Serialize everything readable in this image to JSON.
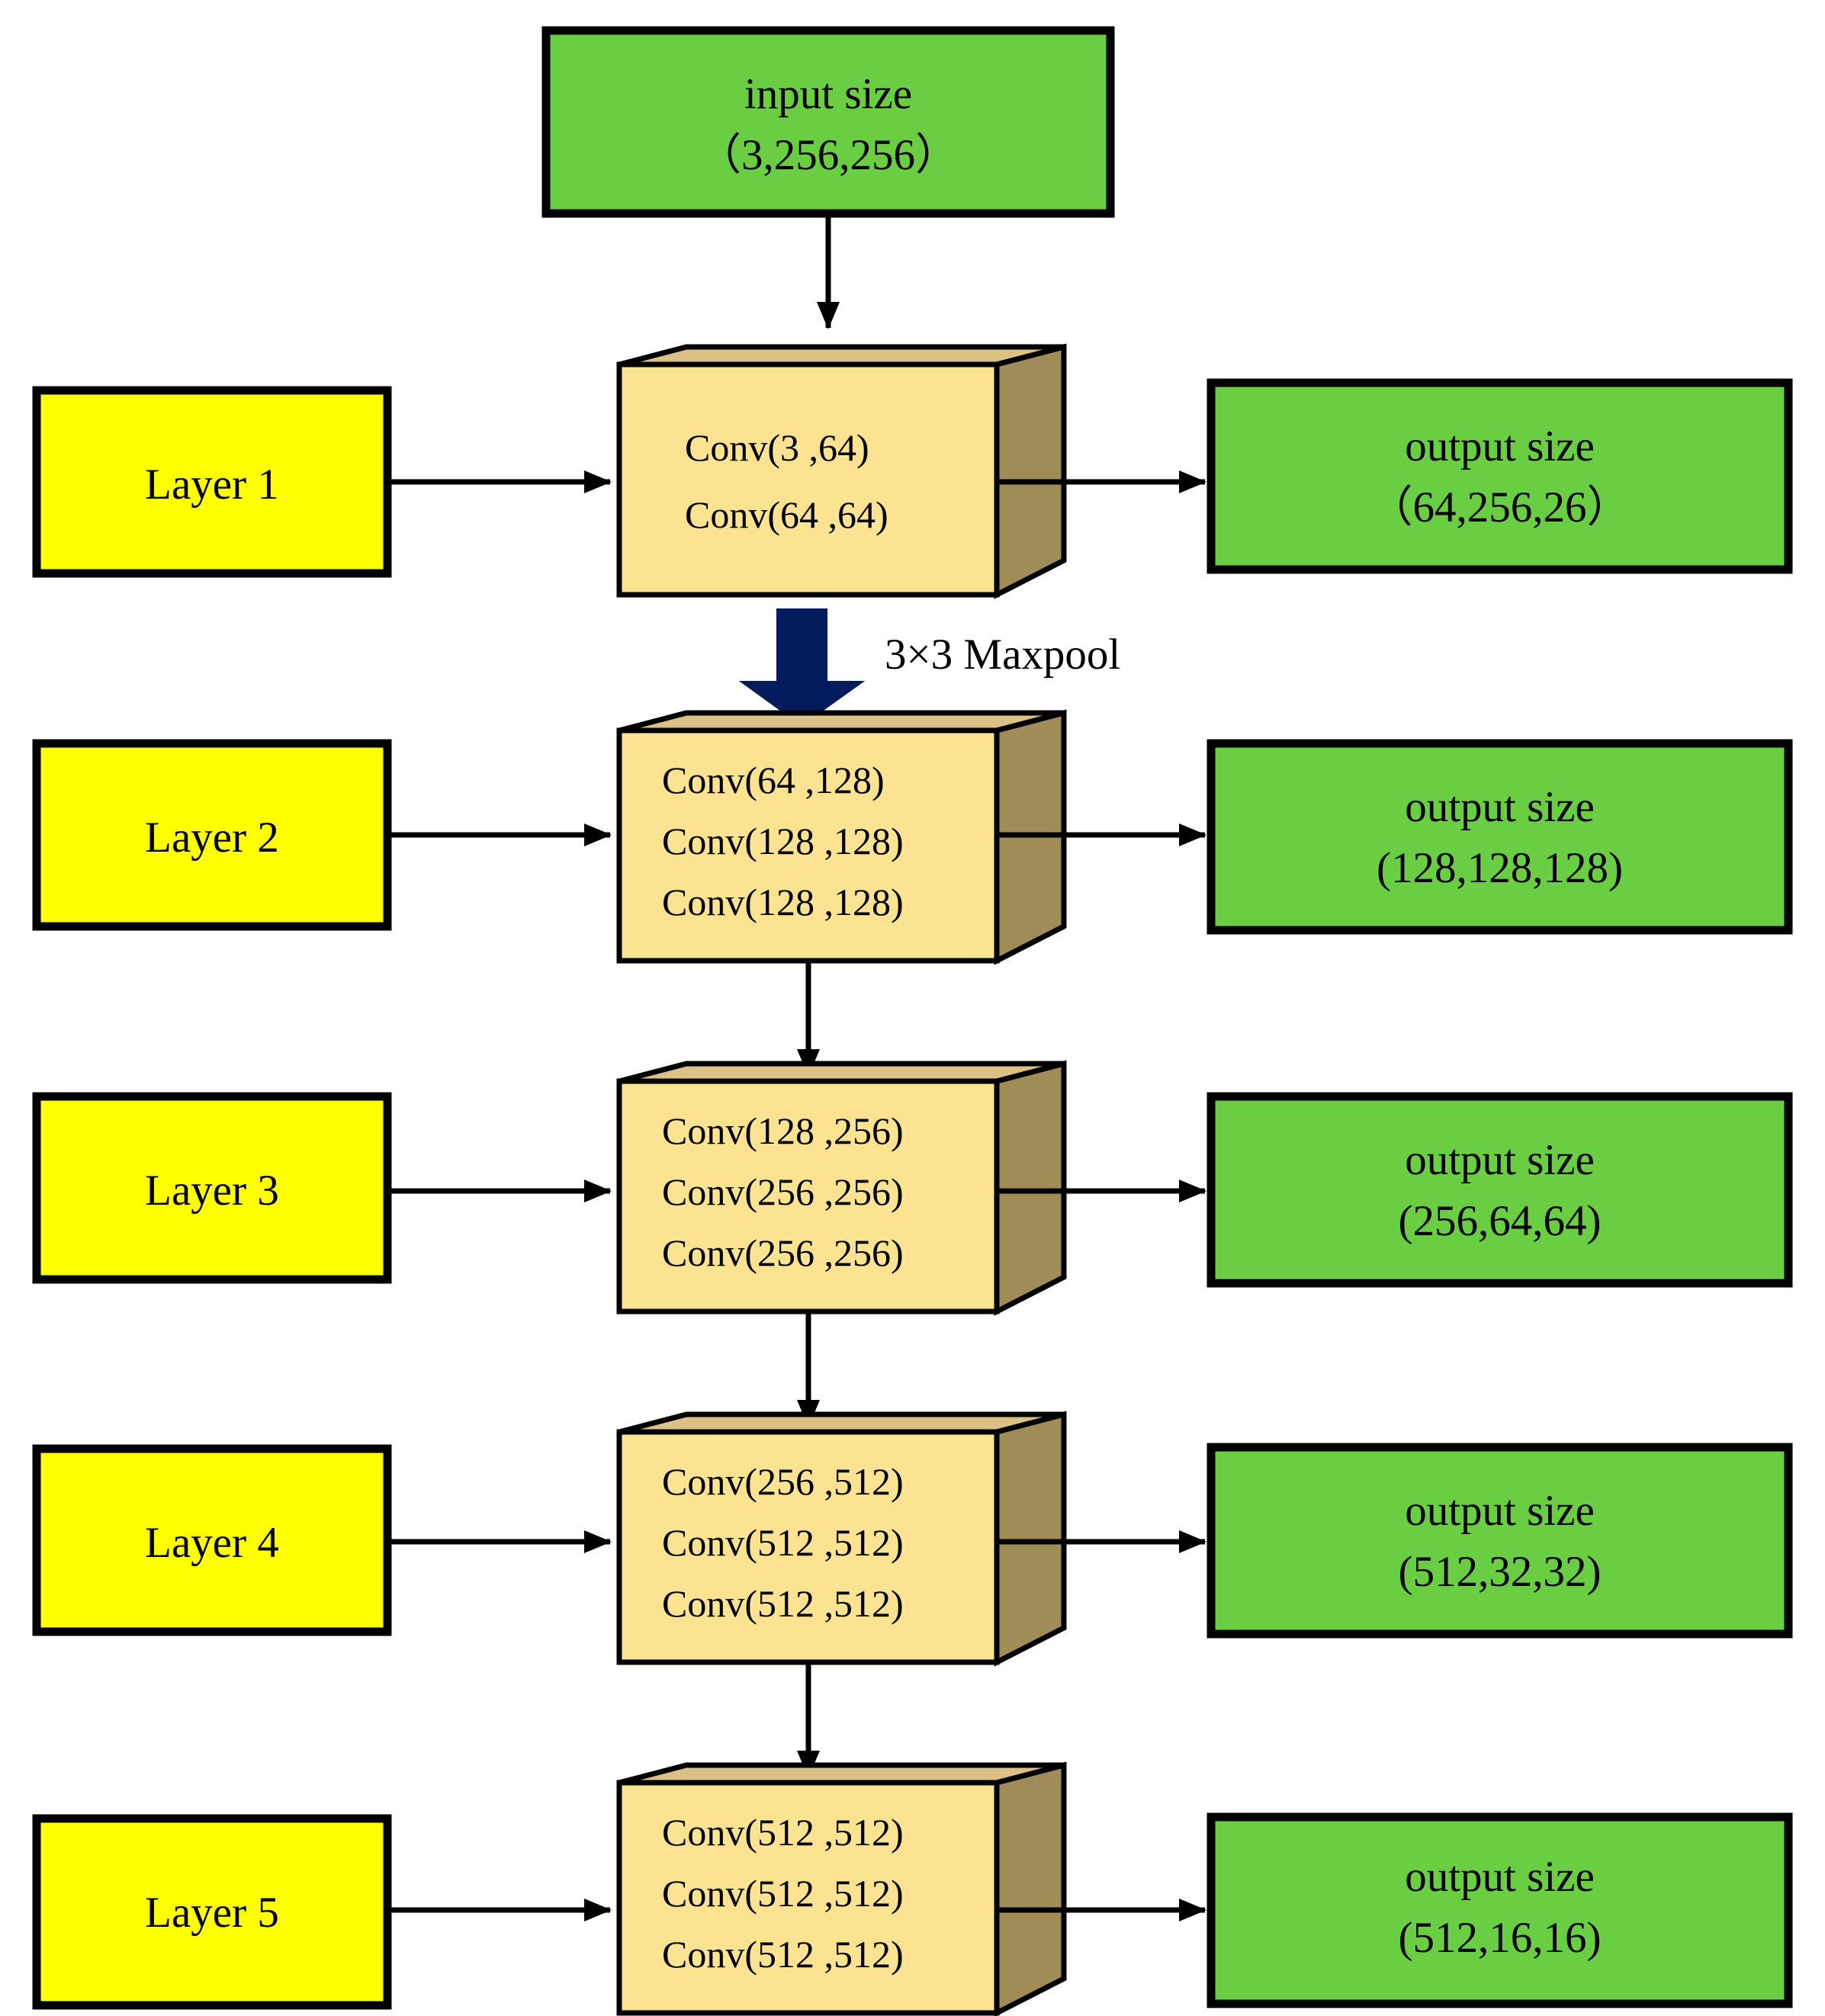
{
  "diagram": {
    "title": "VGG-style convolutional network layer diagram",
    "colors": {
      "green_fill": "#6ACE42",
      "yellow_fill": "#FFFF00",
      "cube_front": "#FCE391",
      "cube_side": "#A08C56",
      "cube_top": "#DCC184",
      "outline": "#000000",
      "maxpool_arrow": "#041C5E"
    },
    "input": {
      "title": "input size",
      "shape": "（3,256,256）"
    },
    "maxpool": {
      "label": "3×3 Maxpool",
      "icon": "down-block-arrow"
    },
    "layers": [
      {
        "name": "Layer 1",
        "convs": [
          "Conv(3 ,64)",
          "Conv(64 ,64)"
        ],
        "output_title": "output size",
        "output_shape": "（64,256,26）"
      },
      {
        "name": "Layer 2",
        "convs": [
          "Conv(64 ,128)",
          "Conv(128 ,128)",
          "Conv(128 ,128)"
        ],
        "output_title": "output size",
        "output_shape": "(128,128,128)"
      },
      {
        "name": "Layer 3",
        "convs": [
          "Conv(128 ,256)",
          "Conv(256 ,256)",
          "Conv(256 ,256)"
        ],
        "output_title": "output size",
        "output_shape": "(256,64,64)"
      },
      {
        "name": "Layer 4",
        "convs": [
          "Conv(256 ,512)",
          "Conv(512 ,512)",
          "Conv(512 ,512)"
        ],
        "output_title": "output size",
        "output_shape": "(512,32,32)"
      },
      {
        "name": "Layer 5",
        "convs": [
          "Conv(512 ,512)",
          "Conv(512 ,512)",
          "Conv(512 ,512)"
        ],
        "output_title": "output size",
        "output_shape": "(512,16,16)"
      }
    ]
  }
}
